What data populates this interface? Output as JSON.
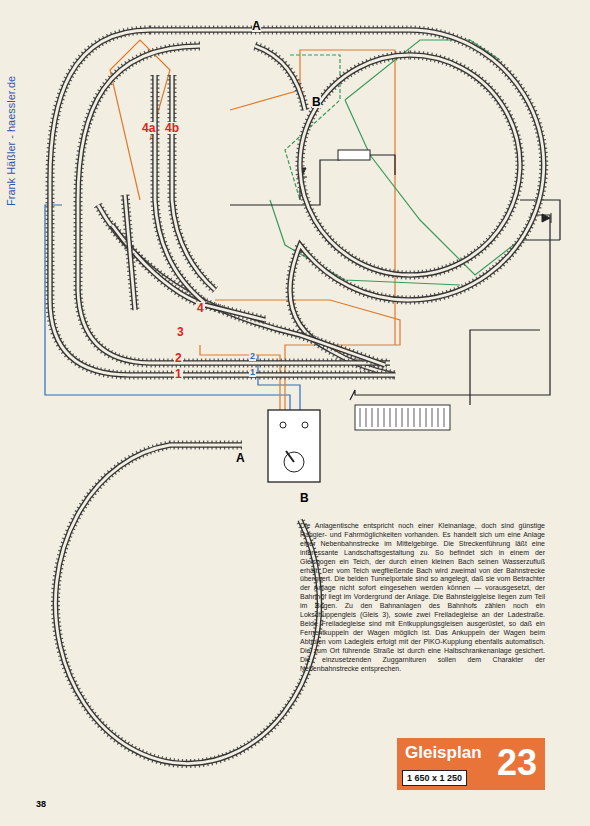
{
  "diagram": {
    "nodes": [
      {
        "text": [
          "Gleisplan",
          "23"
        ]
      },
      {
        "text": [
          "1 650 x 1 250"
        ],
        "in": 0
      }
    ],
    "labels": [
      "Frank Häßler - haessler.de",
      "A",
      "B",
      "4a",
      "4b",
      "4",
      "3",
      "2",
      "1",
      "2",
      "1",
      "A",
      "B",
      "Die Anlagentische entspricht noch einer Kleinanlage, doch sind günstige Rangier- und Fahrmöglichkeiten vorhanden. Es handelt sich um eine Anlage einer Nebenbahnstrecke im Mittelgebirge. Die Streckenführung läßt eine interessante Landschaftsgestaltung zu. So befindet sich in einem der Gleisbogen ein Teich, der durch einen kleinen Bach seinen Wasserzufluß erhält. Der vom Teich wegfließende Bach wird zweimal von der Bahnstrecke überquert. Die beiden Tunnelportale sind so angelegt, daß sie vom Betrachter der Anlage nicht sofort eingesehen werden können — vorausgesetzt, der Bahnhof liegt im Vordergrund der Anlage. Die Bahnsteiggleise liegen zum Teil im Bogen. Zu den Bahnanlagen des Bahnhofs zählen noch ein Lokschuppengleis (Gleis 3), sowie zwei Freiladegleise an der Ladestraße. Beide Freiladegleise sind mit Entkupplungsgleisen ausgerüstet, so daß ein Fernentkuppeln der Wagen möglich ist. Das Ankuppeln der Wagen beim Abholen vom Ladegleis erfolgt mit der PIKO-Kupplung ebenfalls automatisch. Die zum Ort führende Straße ist durch eine Halbschrankenanlage gesichert. Die einzusetzenden Zuggarnituren sollen dem Charakter der Nebenbahnstrecke entsprechen.",
      "38"
    ]
  }
}
